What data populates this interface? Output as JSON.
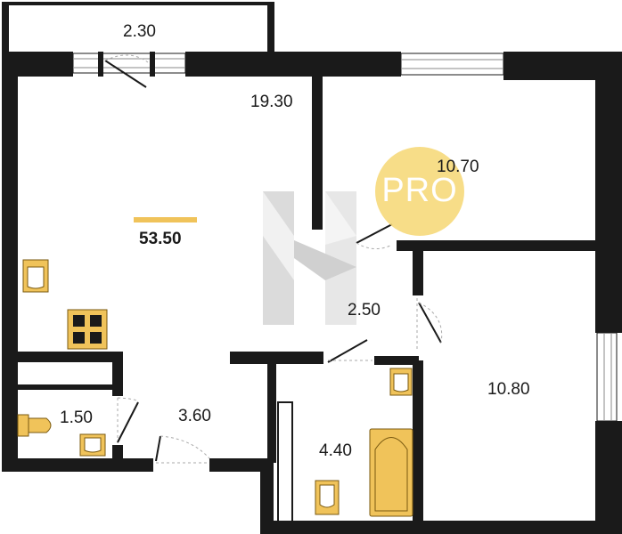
{
  "plan": {
    "total_area": "53.50",
    "rooms": {
      "balcony": "2.30",
      "living": "19.30",
      "bedroom_top": "10.70",
      "hall": "2.50",
      "bedroom_right": "10.80",
      "wc": "1.50",
      "corridor": "3.60",
      "bathroom": "4.40"
    },
    "badge": "PRO",
    "colors": {
      "wall": "#1a1a1a",
      "fixture": "#f0c35a",
      "fixture_stroke": "#7a5a10",
      "badge": "#f6d877",
      "watermark": "#b9b9b9"
    }
  }
}
